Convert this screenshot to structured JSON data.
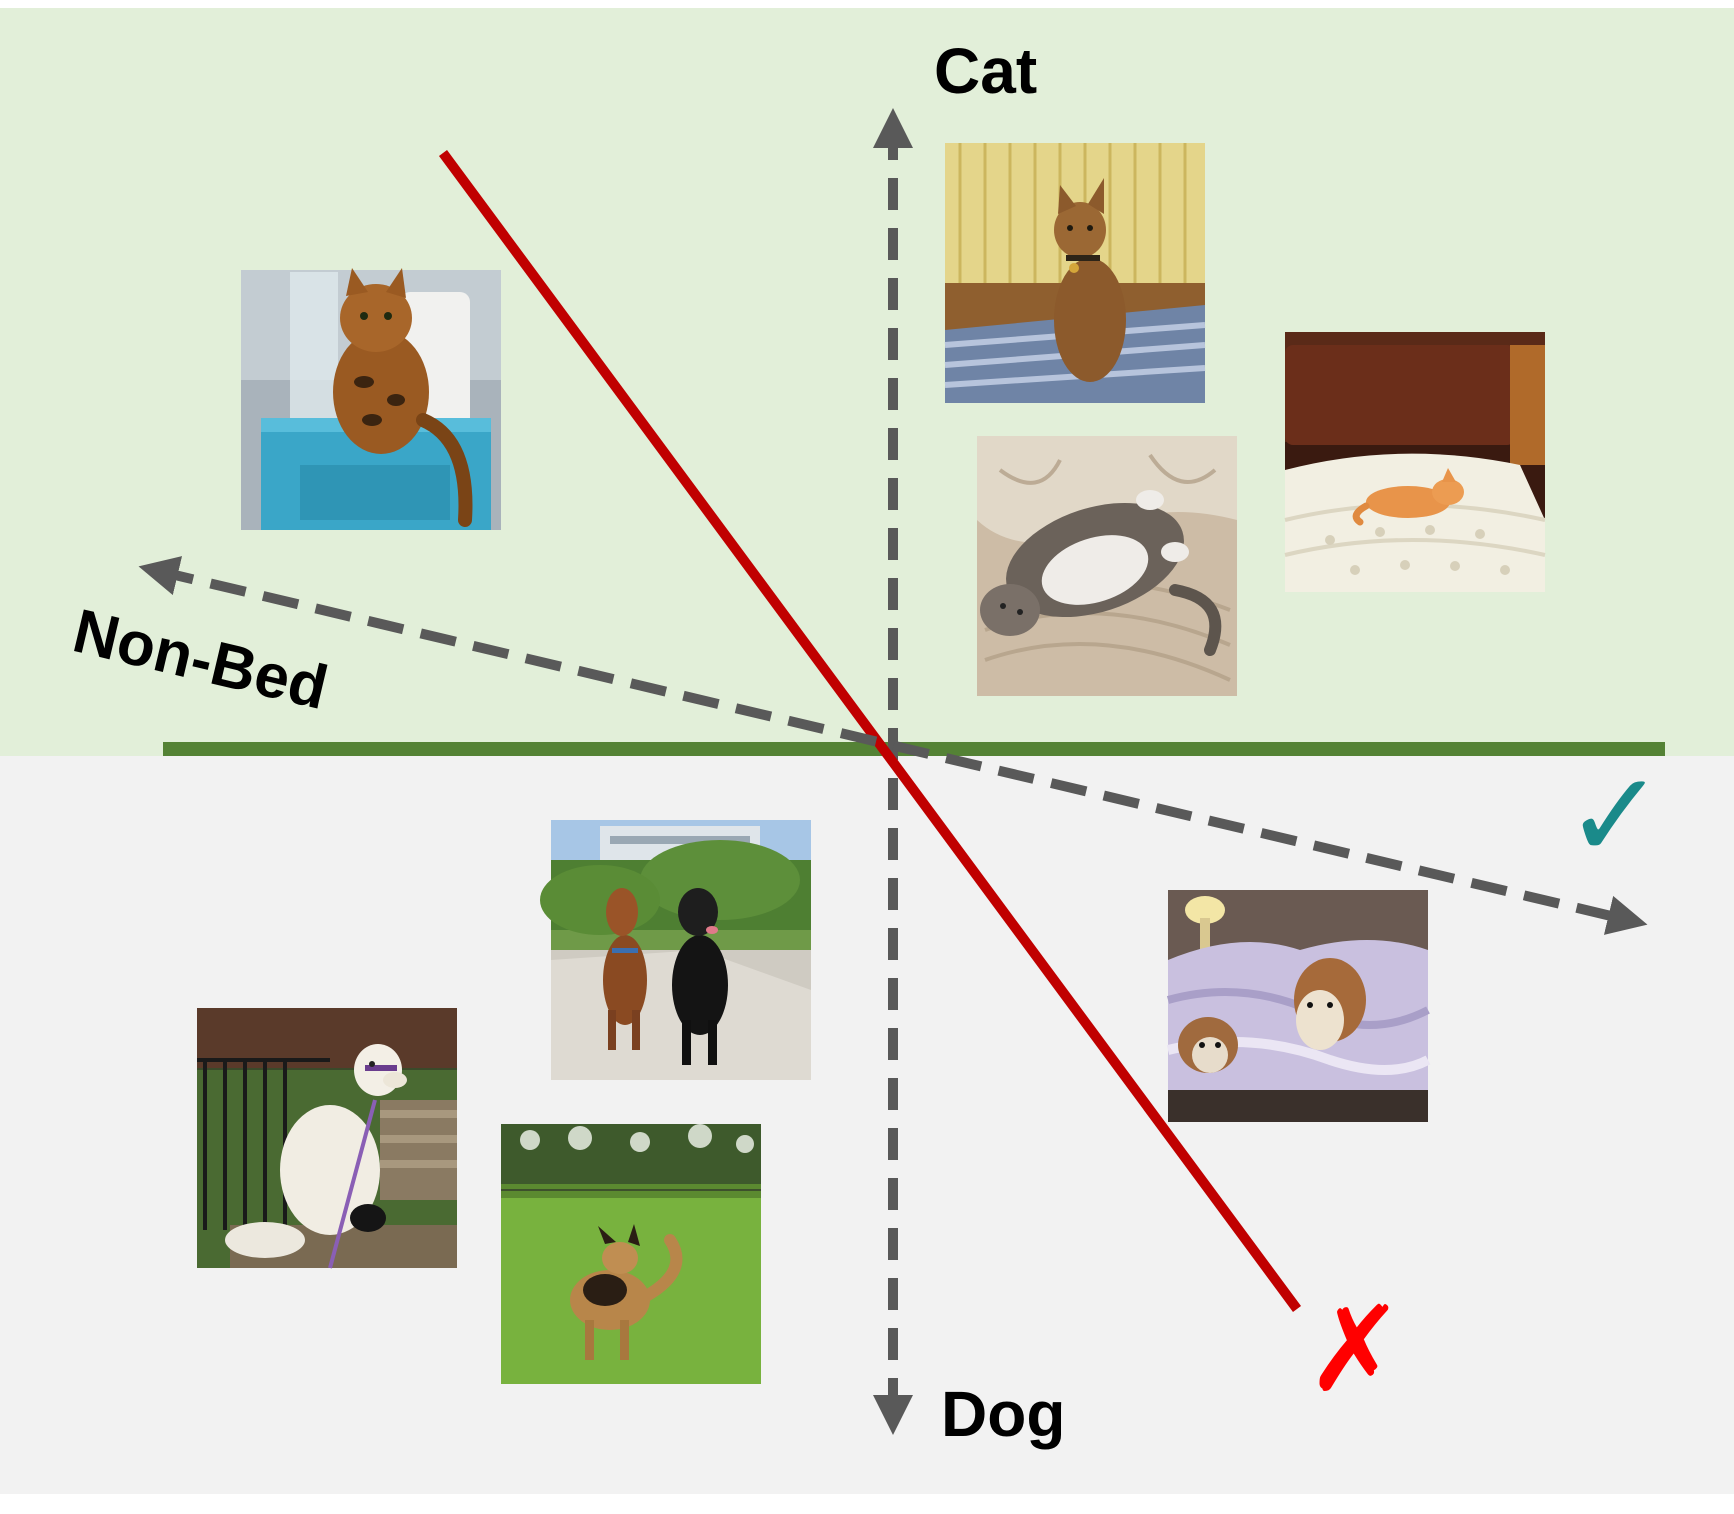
{
  "labels": {
    "cat": "Cat",
    "dog": "Dog",
    "non_bed": "Non-Bed"
  },
  "marks": {
    "check": "✓",
    "cross": "✗"
  },
  "colors": {
    "cat_region": "#e2efd9",
    "dog_region": "#f2f2f2",
    "boundary_line": "#548235",
    "dashed_axes": "#595959",
    "wrong_classifier": "#c00000",
    "check_mark": "#1a8a8a",
    "cross_mark": "#ff0000"
  },
  "photos": [
    {
      "name": "photo-cat-on-blue-table",
      "subject": "cat",
      "icon": "cat-sitting-on-table"
    },
    {
      "name": "photo-cat-sitting-on-bed",
      "subject": "cat",
      "icon": "cat-sitting-on-bed"
    },
    {
      "name": "photo-cat-lying-on-bed",
      "subject": "cat",
      "icon": "cat-lying-on-back-on-bed"
    },
    {
      "name": "photo-cat-sleeping-on-bed",
      "subject": "cat",
      "icon": "cat-sleeping-on-bed"
    },
    {
      "name": "photo-two-dogs-outdoors",
      "subject": "dog",
      "icon": "two-dogs-sitting-outdoors"
    },
    {
      "name": "photo-dogs-on-bed",
      "subject": "dog",
      "icon": "two-dogs-on-bed"
    },
    {
      "name": "photo-white-dog-on-bench",
      "subject": "dog",
      "icon": "white-dog-on-bench"
    },
    {
      "name": "photo-shepherd-dog-on-grass",
      "subject": "dog",
      "icon": "shepherd-dog-running-on-grass"
    }
  ]
}
